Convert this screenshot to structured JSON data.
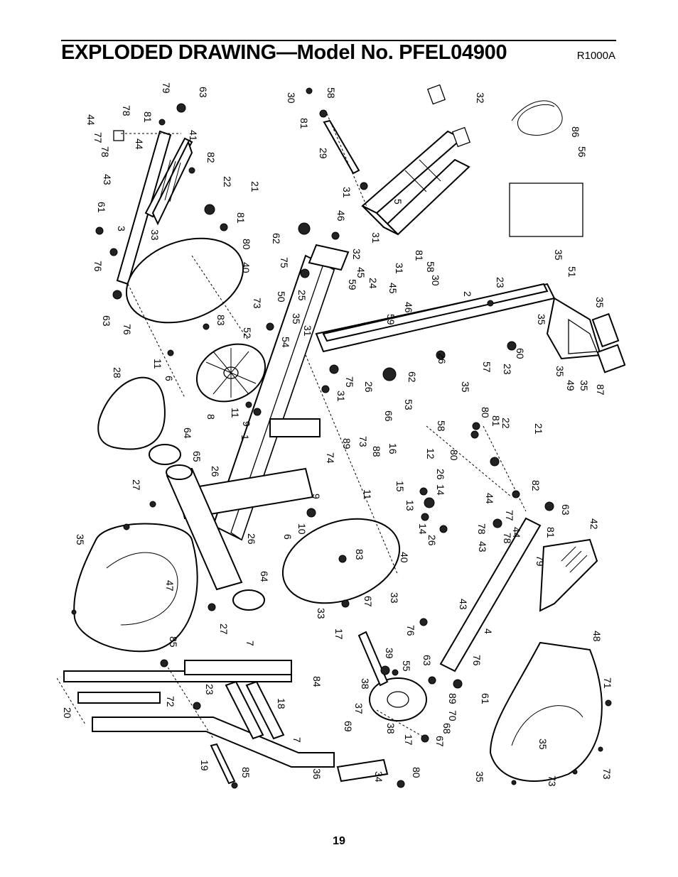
{
  "header": {
    "title": "EXPLODED DRAWING—Model No. PFEL04900",
    "code": "R1000A"
  },
  "footer": {
    "page_number": "19"
  },
  "callouts": {
    "c79": "79",
    "c63a": "63",
    "c78a": "78",
    "c81a": "81",
    "c44a": "44",
    "c77a": "77",
    "c78b": "78",
    "c44b": "44",
    "c41": "41",
    "c43a": "43",
    "c82a": "82",
    "c22a": "22",
    "c21a": "21",
    "c61a": "61",
    "c3": "3",
    "c33a": "33",
    "c81b": "81",
    "c80a": "80",
    "c40a": "40",
    "c76a": "76",
    "c63b": "63",
    "c76b": "76",
    "c11a": "11",
    "c28": "28",
    "c6a": "6",
    "c8": "8",
    "c11b": "11",
    "c9a": "9",
    "c1": "1",
    "c64a": "64",
    "c65": "65",
    "c26a": "26",
    "c27a": "27",
    "c35a": "35",
    "c47": "47",
    "c26b": "26",
    "c64b": "64",
    "c27b": "27",
    "c30a": "30",
    "c58a": "58",
    "c81c": "81",
    "c29": "29",
    "c31a": "31",
    "c62a": "62",
    "c46a": "46",
    "c32a": "32",
    "c45a": "45",
    "c31b": "31",
    "c75a": "75",
    "c59a": "59",
    "c25": "25",
    "c50": "50",
    "c73a": "73",
    "c35b": "35",
    "c83a": "83",
    "c52": "52",
    "c54": "54",
    "c31c": "31",
    "c24": "24",
    "c45b": "45",
    "c46b": "46",
    "c59b": "59",
    "c75b": "75",
    "c31d": "31",
    "c26c": "26",
    "c62b": "62",
    "c26d": "26",
    "c53": "53",
    "c32b": "32",
    "c5": "5",
    "c31e": "31",
    "c81d": "81",
    "c58b": "58",
    "c30b": "30",
    "c86": "86",
    "c56": "56",
    "c35c": "35",
    "c51": "51",
    "c23a": "23",
    "c2": "2",
    "c35d": "35",
    "c35e": "35",
    "c60": "60",
    "c23b": "23",
    "c57": "57",
    "c35f": "35",
    "c49": "49",
    "c35g": "35",
    "c87": "87",
    "c35h": "35",
    "c66": "66",
    "c58c": "58",
    "c80b": "80",
    "c16": "16",
    "c12": "12",
    "c88": "88",
    "c73b": "73",
    "c89a": "89",
    "c74": "74",
    "c26e": "26",
    "c14a": "14",
    "c15": "15",
    "c13": "13",
    "c14b": "14",
    "c26f": "26",
    "c9b": "9",
    "c10": "10",
    "c11c": "11",
    "c6b": "6",
    "c83b": "83",
    "c40b": "40",
    "c33b": "33",
    "c67a": "67",
    "c33c": "33",
    "c17a": "17",
    "c76c": "76",
    "c80c": "80",
    "c81e": "81",
    "c22b": "22",
    "c21b": "21",
    "c82b": "82",
    "c63c": "63",
    "c44c": "44",
    "c77b": "77",
    "c78c": "78",
    "c78d": "78",
    "c43b": "43",
    "c44d": "44",
    "c81f": "81",
    "c79b": "79",
    "c42": "42",
    "c43c": "43",
    "c4": "4",
    "c76d": "76",
    "c39": "39",
    "c55": "55",
    "c63d": "63",
    "c38a": "38",
    "c37": "37",
    "c84": "84",
    "c89b": "89",
    "c70": "70",
    "c61b": "61",
    "c38b": "38",
    "c68": "68",
    "c17b": "17",
    "c67b": "67",
    "c69": "69",
    "c36": "36",
    "c34": "34",
    "c80d": "80",
    "c85a": "85",
    "c7a": "7",
    "c23c": "23",
    "c72": "72",
    "c20": "20",
    "c18": "18",
    "c7b": "7",
    "c19": "19",
    "c85b": "85",
    "c48": "48",
    "c71": "71",
    "c35i": "35",
    "c73c": "73",
    "c73d": "73",
    "c35j": "35"
  }
}
